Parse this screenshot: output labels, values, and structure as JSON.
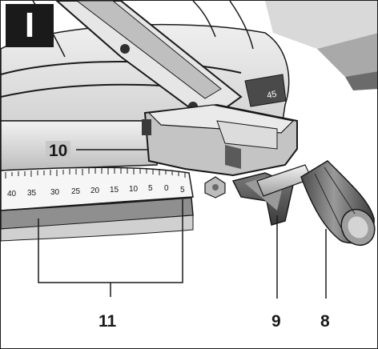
{
  "figure_label": "I",
  "callouts": {
    "c10": "10",
    "c11": "11",
    "c9": "9",
    "c8": "8"
  },
  "bevel_mark": "45",
  "scale_labels": [
    "40",
    "35",
    "30",
    "25",
    "20",
    "15",
    "10",
    "5",
    "0",
    "5"
  ],
  "colors": {
    "ink": "#1a1a1a",
    "metal_light": "#e9e9e9",
    "metal_mid": "#c9c9c9",
    "metal_dark": "#5a5a5a",
    "label_box": "#c8c8c8"
  }
}
